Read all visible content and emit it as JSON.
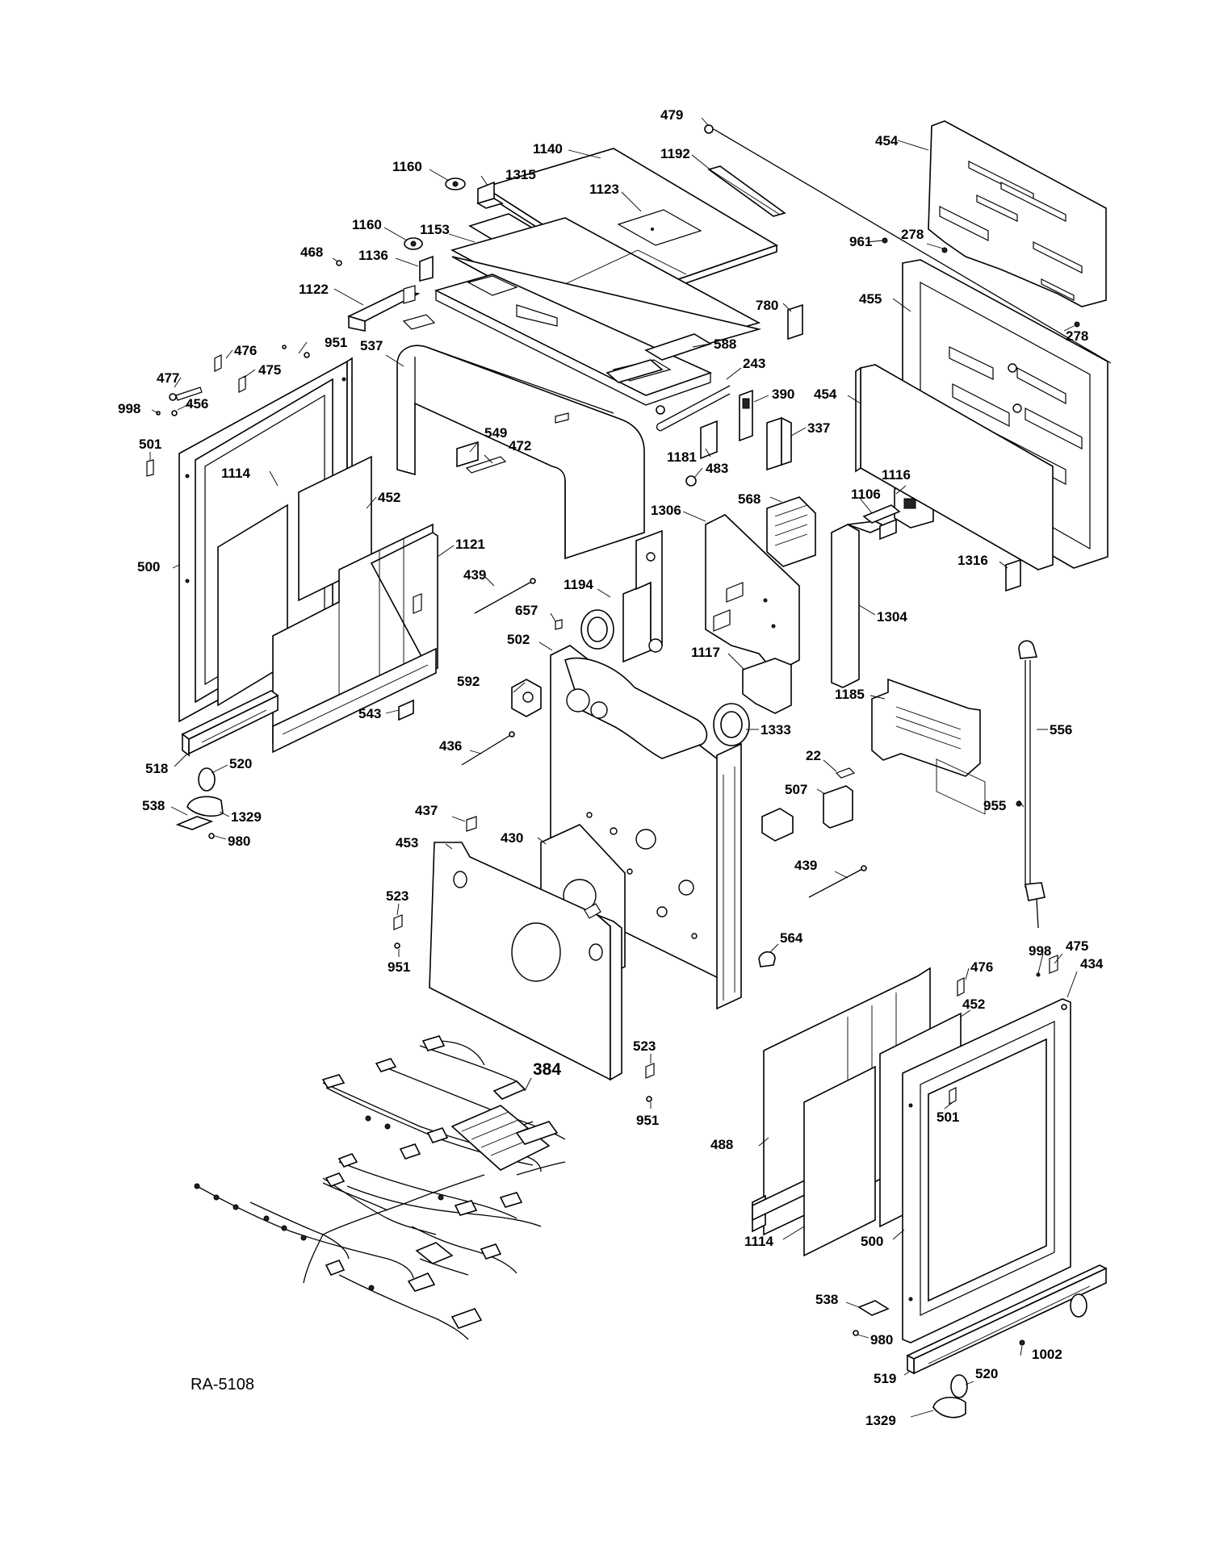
{
  "diagram_id": "RA-5108",
  "callouts": [
    {
      "id": "c479",
      "text": "479"
    },
    {
      "id": "c454a",
      "text": "454"
    },
    {
      "id": "c1140",
      "text": "1140"
    },
    {
      "id": "c1192",
      "text": "1192"
    },
    {
      "id": "c1160a",
      "text": "1160"
    },
    {
      "id": "c1315",
      "text": "1315"
    },
    {
      "id": "c1123",
      "text": "1123"
    },
    {
      "id": "c1160b",
      "text": "1160"
    },
    {
      "id": "c1153",
      "text": "1153"
    },
    {
      "id": "c961",
      "text": "961"
    },
    {
      "id": "c278a",
      "text": "278"
    },
    {
      "id": "c468",
      "text": "468"
    },
    {
      "id": "c1136",
      "text": "1136"
    },
    {
      "id": "c1122",
      "text": "1122"
    },
    {
      "id": "c780",
      "text": "780"
    },
    {
      "id": "c455",
      "text": "455"
    },
    {
      "id": "c278b",
      "text": "278"
    },
    {
      "id": "c588",
      "text": "588"
    },
    {
      "id": "c476a",
      "text": "476"
    },
    {
      "id": "c951a",
      "text": "951"
    },
    {
      "id": "c537",
      "text": "537"
    },
    {
      "id": "c477",
      "text": "477"
    },
    {
      "id": "c475a",
      "text": "475"
    },
    {
      "id": "c243",
      "text": "243"
    },
    {
      "id": "c998a",
      "text": "998"
    },
    {
      "id": "c456",
      "text": "456"
    },
    {
      "id": "c390",
      "text": "390"
    },
    {
      "id": "c454b",
      "text": "454"
    },
    {
      "id": "c337",
      "text": "337"
    },
    {
      "id": "c501a",
      "text": "501"
    },
    {
      "id": "c549",
      "text": "549"
    },
    {
      "id": "c472",
      "text": "472"
    },
    {
      "id": "c1181",
      "text": "1181"
    },
    {
      "id": "c483",
      "text": "483"
    },
    {
      "id": "c1114a",
      "text": "1114"
    },
    {
      "id": "c1116",
      "text": "1116"
    },
    {
      "id": "c568",
      "text": "568"
    },
    {
      "id": "c1106",
      "text": "1106"
    },
    {
      "id": "c452a",
      "text": "452"
    },
    {
      "id": "c1306",
      "text": "1306"
    },
    {
      "id": "c500a",
      "text": "500"
    },
    {
      "id": "c1121",
      "text": "1121"
    },
    {
      "id": "c1316",
      "text": "1316"
    },
    {
      "id": "c439a",
      "text": "439"
    },
    {
      "id": "c1194",
      "text": "1194"
    },
    {
      "id": "c657",
      "text": "657"
    },
    {
      "id": "c1304",
      "text": "1304"
    },
    {
      "id": "c502",
      "text": "502"
    },
    {
      "id": "c1117",
      "text": "1117"
    },
    {
      "id": "c592",
      "text": "592"
    },
    {
      "id": "c1185",
      "text": "1185"
    },
    {
      "id": "c556",
      "text": "556"
    },
    {
      "id": "c543",
      "text": "543"
    },
    {
      "id": "c1333",
      "text": "1333"
    },
    {
      "id": "c436",
      "text": "436"
    },
    {
      "id": "c518",
      "text": "518"
    },
    {
      "id": "c520a",
      "text": "520"
    },
    {
      "id": "c22",
      "text": "22"
    },
    {
      "id": "c507",
      "text": "507"
    },
    {
      "id": "c538a",
      "text": "538"
    },
    {
      "id": "c1329a",
      "text": "1329"
    },
    {
      "id": "c955",
      "text": "955"
    },
    {
      "id": "c437",
      "text": "437"
    },
    {
      "id": "c980a",
      "text": "980"
    },
    {
      "id": "c430",
      "text": "430"
    },
    {
      "id": "c453",
      "text": "453"
    },
    {
      "id": "c439b",
      "text": "439"
    },
    {
      "id": "c523a",
      "text": "523"
    },
    {
      "id": "c951b",
      "text": "951"
    },
    {
      "id": "c564",
      "text": "564"
    },
    {
      "id": "c998b",
      "text": "998"
    },
    {
      "id": "c475b",
      "text": "475"
    },
    {
      "id": "c476b",
      "text": "476"
    },
    {
      "id": "c434",
      "text": "434"
    },
    {
      "id": "c452b",
      "text": "452"
    },
    {
      "id": "c523b",
      "text": "523"
    },
    {
      "id": "c384",
      "text": "384"
    },
    {
      "id": "c951c",
      "text": "951"
    },
    {
      "id": "c501b",
      "text": "501"
    },
    {
      "id": "c488",
      "text": "488"
    },
    {
      "id": "c1114b",
      "text": "1114"
    },
    {
      "id": "c500b",
      "text": "500"
    },
    {
      "id": "c538b",
      "text": "538"
    },
    {
      "id": "c980b",
      "text": "980"
    },
    {
      "id": "c1002",
      "text": "1002"
    },
    {
      "id": "c519",
      "text": "519"
    },
    {
      "id": "c520b",
      "text": "520"
    },
    {
      "id": "c1329b",
      "text": "1329"
    }
  ]
}
